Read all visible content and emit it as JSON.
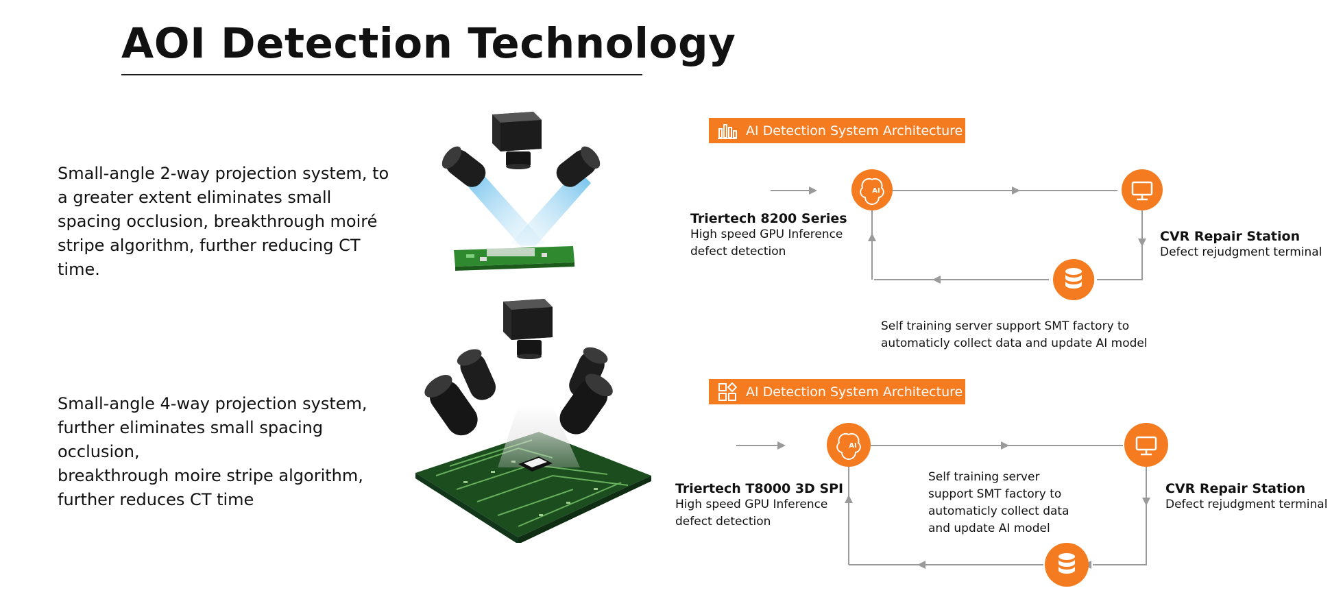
{
  "page": {
    "title": "AOI Detection Technology",
    "accent_color": "#F47B20",
    "line_color": "#9a9a9a"
  },
  "systems": [
    {
      "description_lines": [
        "Small-angle 2-way projection system, to",
        "a greater extent eliminates small",
        "spacing occlusion, breakthrough moiré",
        "stripe algorithm, further reducing CT",
        "time."
      ],
      "illustration": "camera-2way-projection-pcb"
    },
    {
      "description_lines": [
        "Small-angle 4-way projection system,",
        "further eliminates small spacing",
        "occlusion,",
        "breakthrough moire stripe algorithm,",
        "further reduces CT time"
      ],
      "illustration": "camera-4way-projection-pcb"
    }
  ],
  "architectures": [
    {
      "header_label": "AI Detection System Architecture",
      "header_icon": "bar-chart-icon",
      "source_node": {
        "name": "Triertech 8200 Series",
        "sub_lines": [
          "High speed GPU Inference",
          "defect detection"
        ],
        "icon": "ai-brain-icon"
      },
      "repair_node": {
        "name": "CVR Repair Station",
        "sub": "Defect rejudgment terminal",
        "icon": "monitor-icon"
      },
      "server_node": {
        "icon": "database-icon",
        "note_lines": [
          "Self training server support SMT factory to",
          "automaticly collect data and update AI model"
        ]
      }
    },
    {
      "header_label": "AI Detection System Architecture",
      "header_icon": "grid-apps-icon",
      "source_node": {
        "name": "Triertech T8000 3D SPI",
        "sub_lines": [
          "High speed GPU Inference",
          "defect detection"
        ],
        "icon": "ai-brain-icon"
      },
      "repair_node": {
        "name": "CVR Repair Station",
        "sub": "Defect rejudgment terminal",
        "icon": "monitor-icon"
      },
      "server_node": {
        "icon": "database-icon",
        "note_lines": [
          "Self training server",
          "support SMT factory to",
          "automaticly collect data",
          "and update AI model"
        ]
      }
    }
  ]
}
